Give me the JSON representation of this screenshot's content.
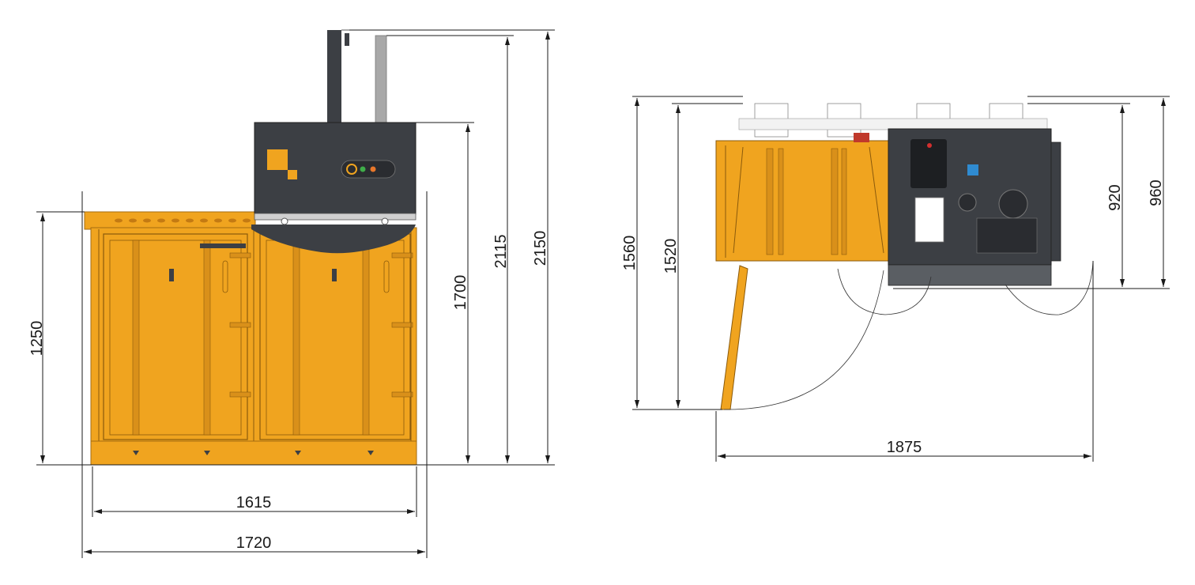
{
  "colors": {
    "body": "#f0a41f",
    "body_dark": "#c47a12",
    "panel": "#3c3f44",
    "panel_light": "#5a5e63",
    "guide": "#a8a8a8",
    "logo": "#f0a41f",
    "line": "#1a1a1a"
  },
  "front_view": {
    "dimensions": {
      "width_inner": "1615",
      "width_outer": "1720",
      "height_body": "1250",
      "height_top": "1700",
      "height_2115": "2115",
      "height_2150": "2150"
    }
  },
  "top_view": {
    "dimensions": {
      "length": "1875",
      "depth_door": "1560",
      "depth_1520": "1520",
      "depth_920": "920",
      "depth_960": "960"
    }
  }
}
